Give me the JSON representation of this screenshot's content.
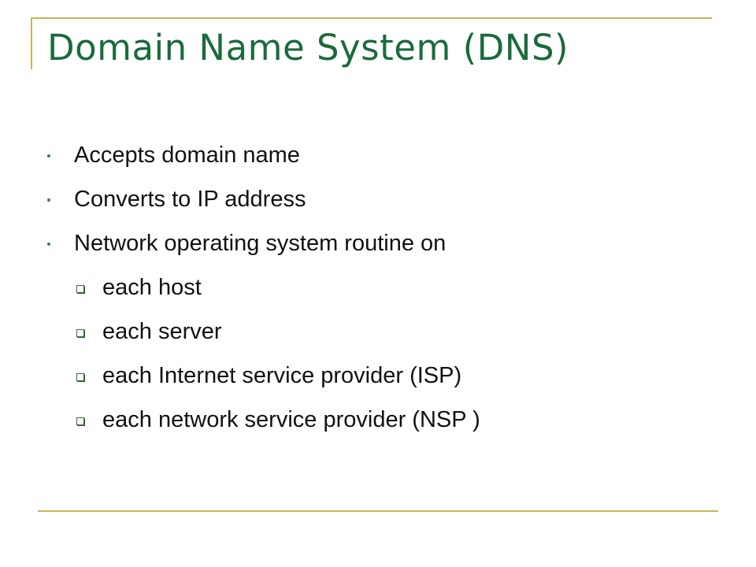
{
  "slide": {
    "title": "Domain Name System (DNS)",
    "bullets": [
      "Accepts domain name",
      "Converts to IP address",
      "Network operating system routine on"
    ],
    "subbullets": [
      "each host",
      "each server",
      "each Internet service provider (ISP)",
      "each network service provider (NSP )"
    ],
    "colors": {
      "title": "#1a6b3c",
      "rule": "#c9b458",
      "text": "#111111",
      "bullet": "#3e7d3e"
    },
    "icons": {
      "bullet": "round-bullet-icon",
      "subbullet": "square-bullet-icon"
    }
  }
}
